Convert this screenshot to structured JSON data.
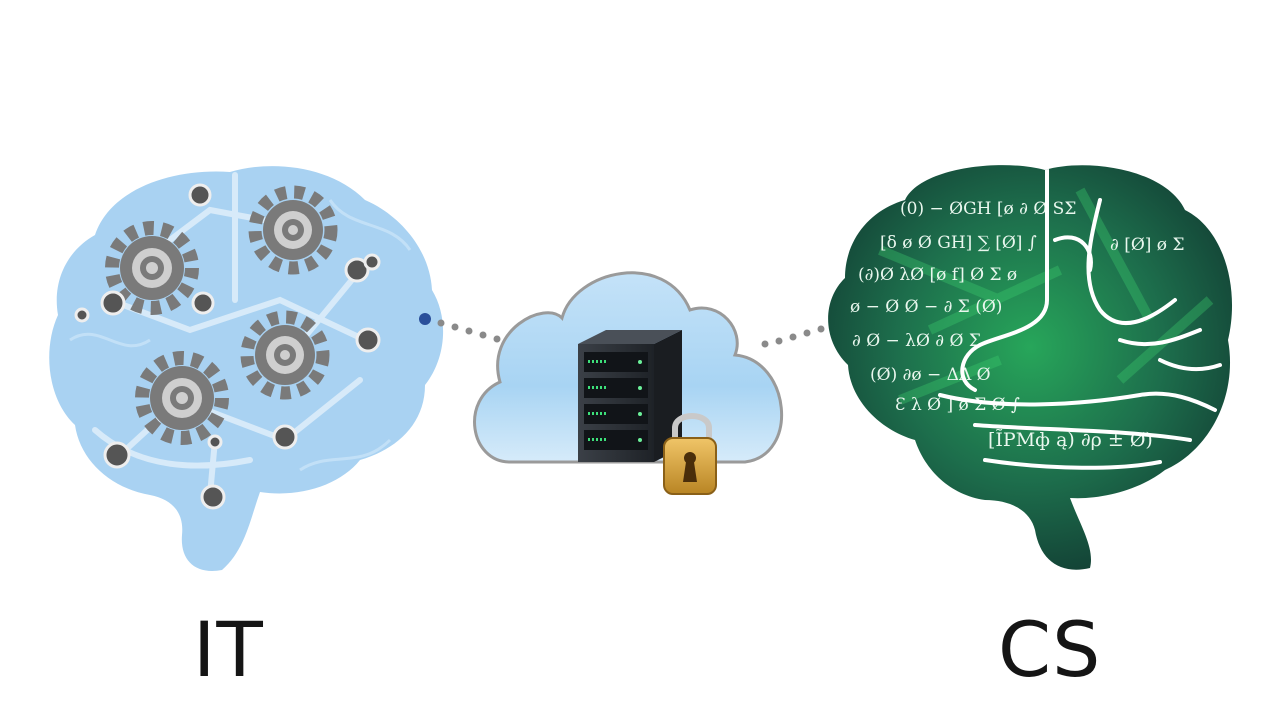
{
  "labels": {
    "left": "IT",
    "right": "CS"
  },
  "glyphs": {
    "rows": [
      "(0) − ØGH  [ø ∂ Ø SΣ",
      "[δ ø Ø GH] ∑ [Ø] ∫",
      "(∂)Ø λØ [ø f] Ø Σ ø",
      "ø − Ø Ø  − ∂ Σ (Ø)",
      "∂ Ø − λØ  ∂ Ø Σ",
      "(Ø)  ∂ø −  ΔΛ Ø",
      "Ɛ λ Ø ]  ø Σ Ø ∫",
      "∂ [Ø] ø Σ"
    ],
    "lower": "[ĨPMф ą) ∂ρ ± Ø)"
  },
  "colors": {
    "left_brain": "#a9d2f2",
    "left_brain_vein": "#d9ecfa",
    "gear": "#7a7a7a",
    "right_brain": "#1b5a44",
    "right_brain_glow": "#2fb35f",
    "cloud": "#a8d4f3",
    "server": "#2c3036",
    "server_led": "#3de07a",
    "lock": "#d8a640",
    "connector_dot": "#8a8a8a",
    "label_text": "#151515"
  }
}
